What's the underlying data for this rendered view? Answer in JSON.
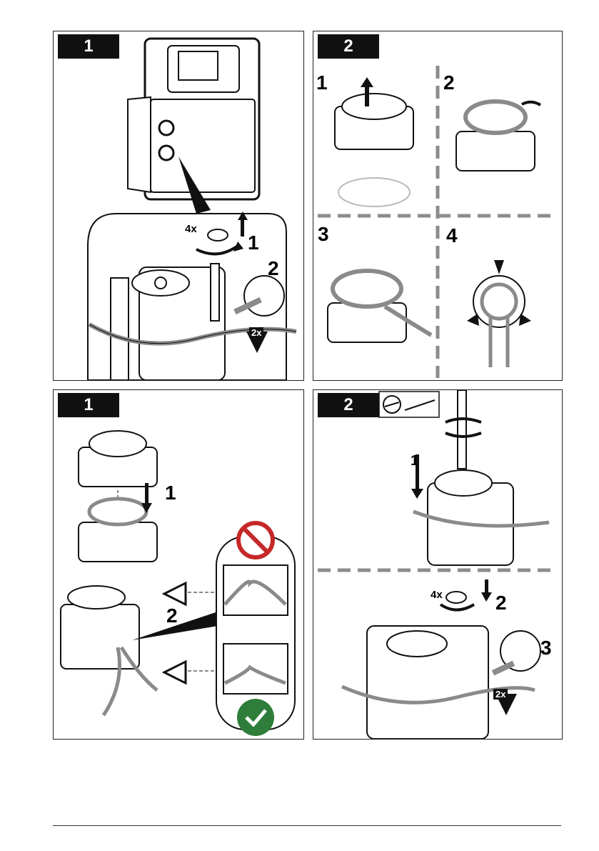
{
  "panels": [
    {
      "badge": "1",
      "steps": [
        "1",
        "2"
      ],
      "labels": [
        "4x",
        "2x"
      ]
    },
    {
      "badge": "2",
      "steps": [
        "1",
        "2",
        "3",
        "4"
      ],
      "labels": []
    },
    {
      "badge": "1",
      "steps": [
        "1",
        "2"
      ],
      "labels": []
    },
    {
      "badge": "2",
      "steps": [
        "1",
        "2",
        "3"
      ],
      "labels": [
        "4x",
        "2x"
      ]
    }
  ],
  "colors": {
    "no": "#c62828",
    "ok": "#2e7d3a",
    "tube": "#8a8a8a",
    "dash": "#8c8c8c"
  }
}
